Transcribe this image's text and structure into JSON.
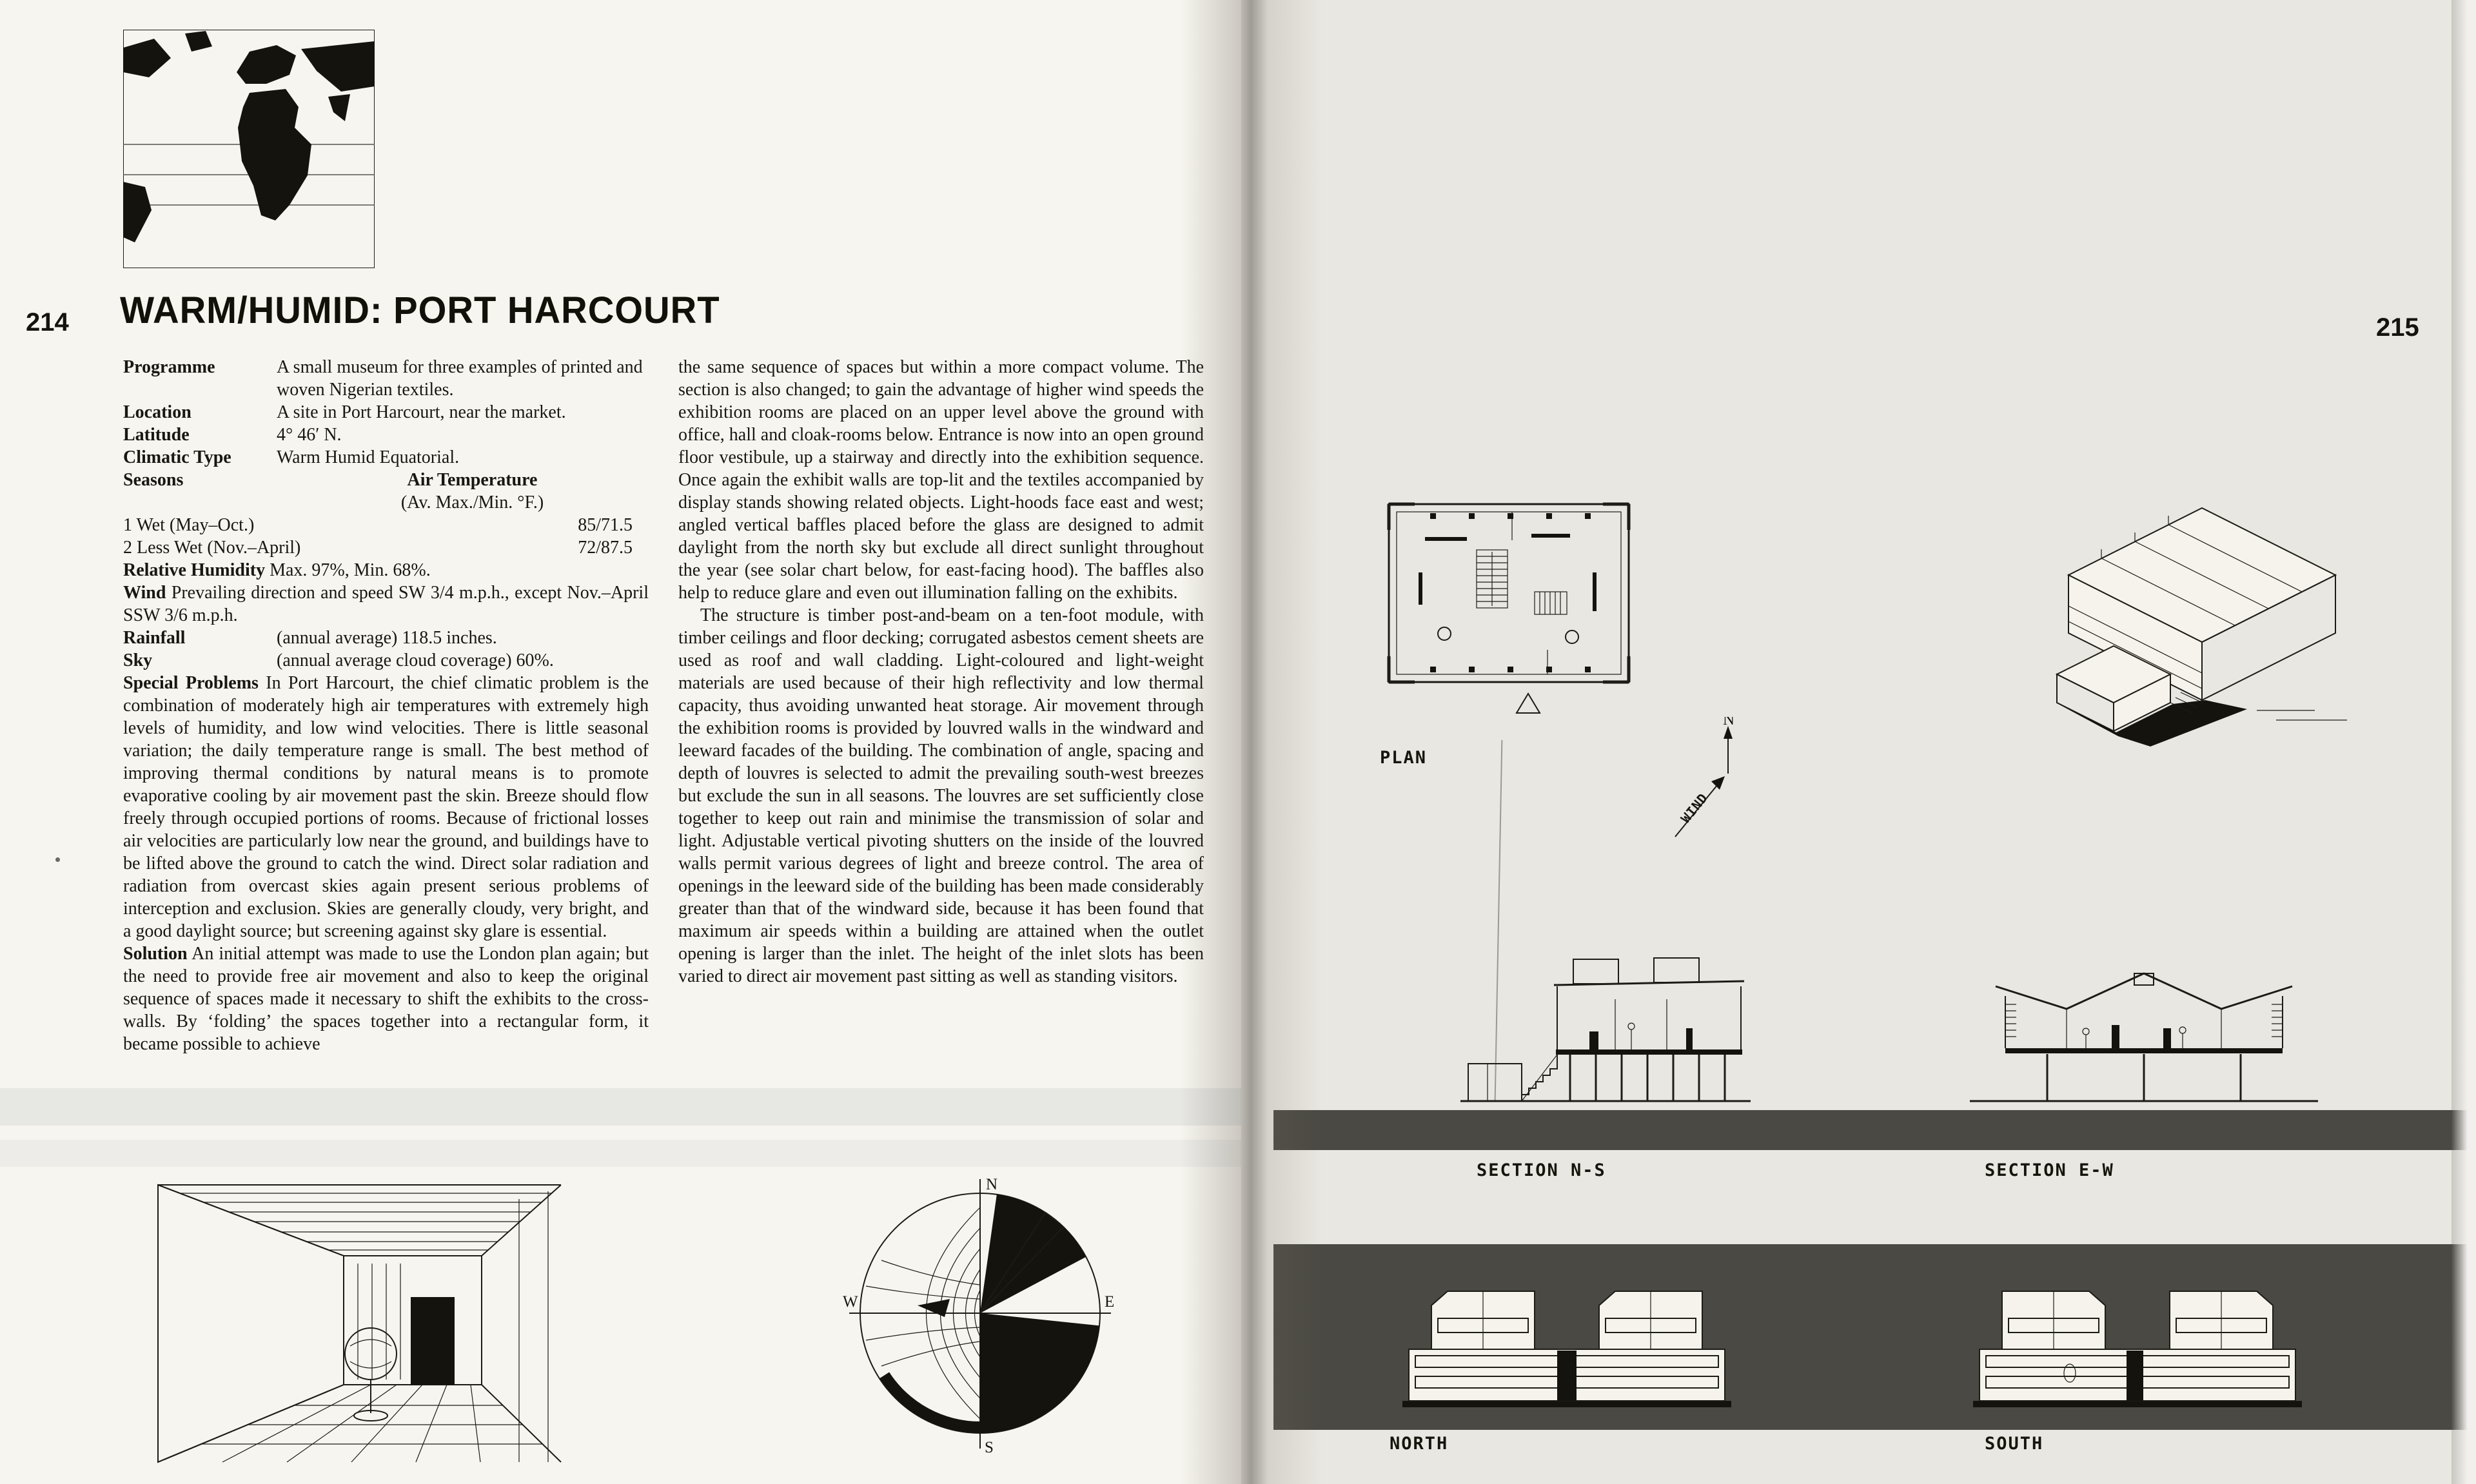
{
  "left": {
    "page_number": "214",
    "title": "WARM/HUMID: PORT HARCOURT",
    "facts": [
      {
        "label": "Programme",
        "value": "A small museum for three examples of printed and woven Nigerian textiles."
      },
      {
        "label": "Location",
        "value": "A site in Port Harcourt, near the market."
      },
      {
        "label": "Latitude",
        "value": "4° 46′ N."
      },
      {
        "label": "Climatic Type",
        "value": "Warm Humid Equatorial."
      }
    ],
    "seasons": {
      "label": "Seasons",
      "air_temperature_label": "Air Temperature",
      "air_temperature_units": "(Av. Max./Min. °F.)",
      "rows": [
        {
          "name": "1  Wet (May–Oct.)",
          "value": "85/71.5"
        },
        {
          "name": "2  Less Wet (Nov.–April)",
          "value": "72/87.5"
        }
      ]
    },
    "humidity": {
      "label": "Relative Humidity",
      "value": "Max. 97%, Min. 68%."
    },
    "wind": {
      "label": "Wind",
      "value": "Prevailing direction and speed SW 3/4 m.p.h., except Nov.–April SSW 3/6 m.p.h."
    },
    "rainfall": {
      "label": "Rainfall",
      "value": "(annual average) 118.5 inches."
    },
    "sky": {
      "label": "Sky",
      "value": "(annual average cloud coverage) 60%."
    },
    "special_problems": {
      "label": "Special Problems",
      "value": "In Port Harcourt, the chief climatic problem is the combination of moderately high air temperatures with extremely high levels of humidity, and low wind velocities. There is little seasonal variation; the daily temperature range is small. The best method of improving thermal conditions by natural means is to promote evaporative cooling by air movement past the skin. Breeze should flow freely through occupied portions of rooms. Because of frictional losses air velocities are particularly low near the ground, and buildings have to be lifted above the ground to catch the wind. Direct solar radiation and radiation from overcast skies again present serious problems of interception and exclusion. Skies are generally cloudy, very bright, and a good daylight source; but screening against sky glare is essential."
    },
    "solution": {
      "label": "Solution",
      "value": "An initial attempt was made to use the London plan again; but the need to provide free air movement and also to keep the original sequence of spaces made it necessary to shift the exhibits to the cross-walls. By ‘folding’ the spaces together into a rectangular form, it became possible to achieve"
    },
    "column2": {
      "para1": "the same sequence of spaces but within a more compact volume. The section is also changed; to gain the advantage of higher wind speeds the exhibition rooms are placed on an upper level above the ground with office, hall and cloak-rooms below. Entrance is now into an open ground floor vestibule, up a stairway and directly into the exhibition sequence. Once again the exhibit walls are top-lit and the textiles accompanied by display stands showing related objects. Light-hoods face east and west; angled vertical baffles placed before the glass are designed to admit daylight from the north sky but exclude all direct sunlight throughout the year (see solar chart below, for east-facing hood). The baffles also help to reduce glare and even out illumination falling on the exhibits.",
      "para2": "The structure is timber post-and-beam on a ten-foot module, with timber ceilings and floor decking; corrugated asbestos cement sheets are used as roof and wall cladding. Light-coloured and light-weight materials are used because of their high reflectivity and low thermal capacity, thus avoiding unwanted heat storage. Air movement through the exhibition rooms is provided by louvred walls in the windward and leeward facades of the building. The combination of angle, spacing and depth of louvres is selected to admit the prevailing south-west breezes but exclude the sun in all seasons. The louvres are set sufficiently close together to keep out rain and minimise the transmission of solar and light. Adjustable vertical pivoting shutters on the inside of the louvred walls permit various degrees of light and breeze control. The area of openings in the leeward side of the building has been made considerably greater than that of the windward side, because it has been found that maximum air speeds within a building are attained when the outlet opening is larger than the inlet. The height of the inlet slots has been varied to direct air movement past sitting as well as standing visitors."
    },
    "solar_chart": {
      "n": "N",
      "s": "S",
      "e": "E",
      "w": "W"
    }
  },
  "right": {
    "page_number": "215",
    "plan_label": "PLAN",
    "north_letter": "N",
    "wind_label": "WIND",
    "section_ns_label": "SECTION N-S",
    "section_ew_label": "SECTION E-W",
    "north_elevation_label": "NORTH",
    "south_elevation_label": "SOUTH"
  }
}
